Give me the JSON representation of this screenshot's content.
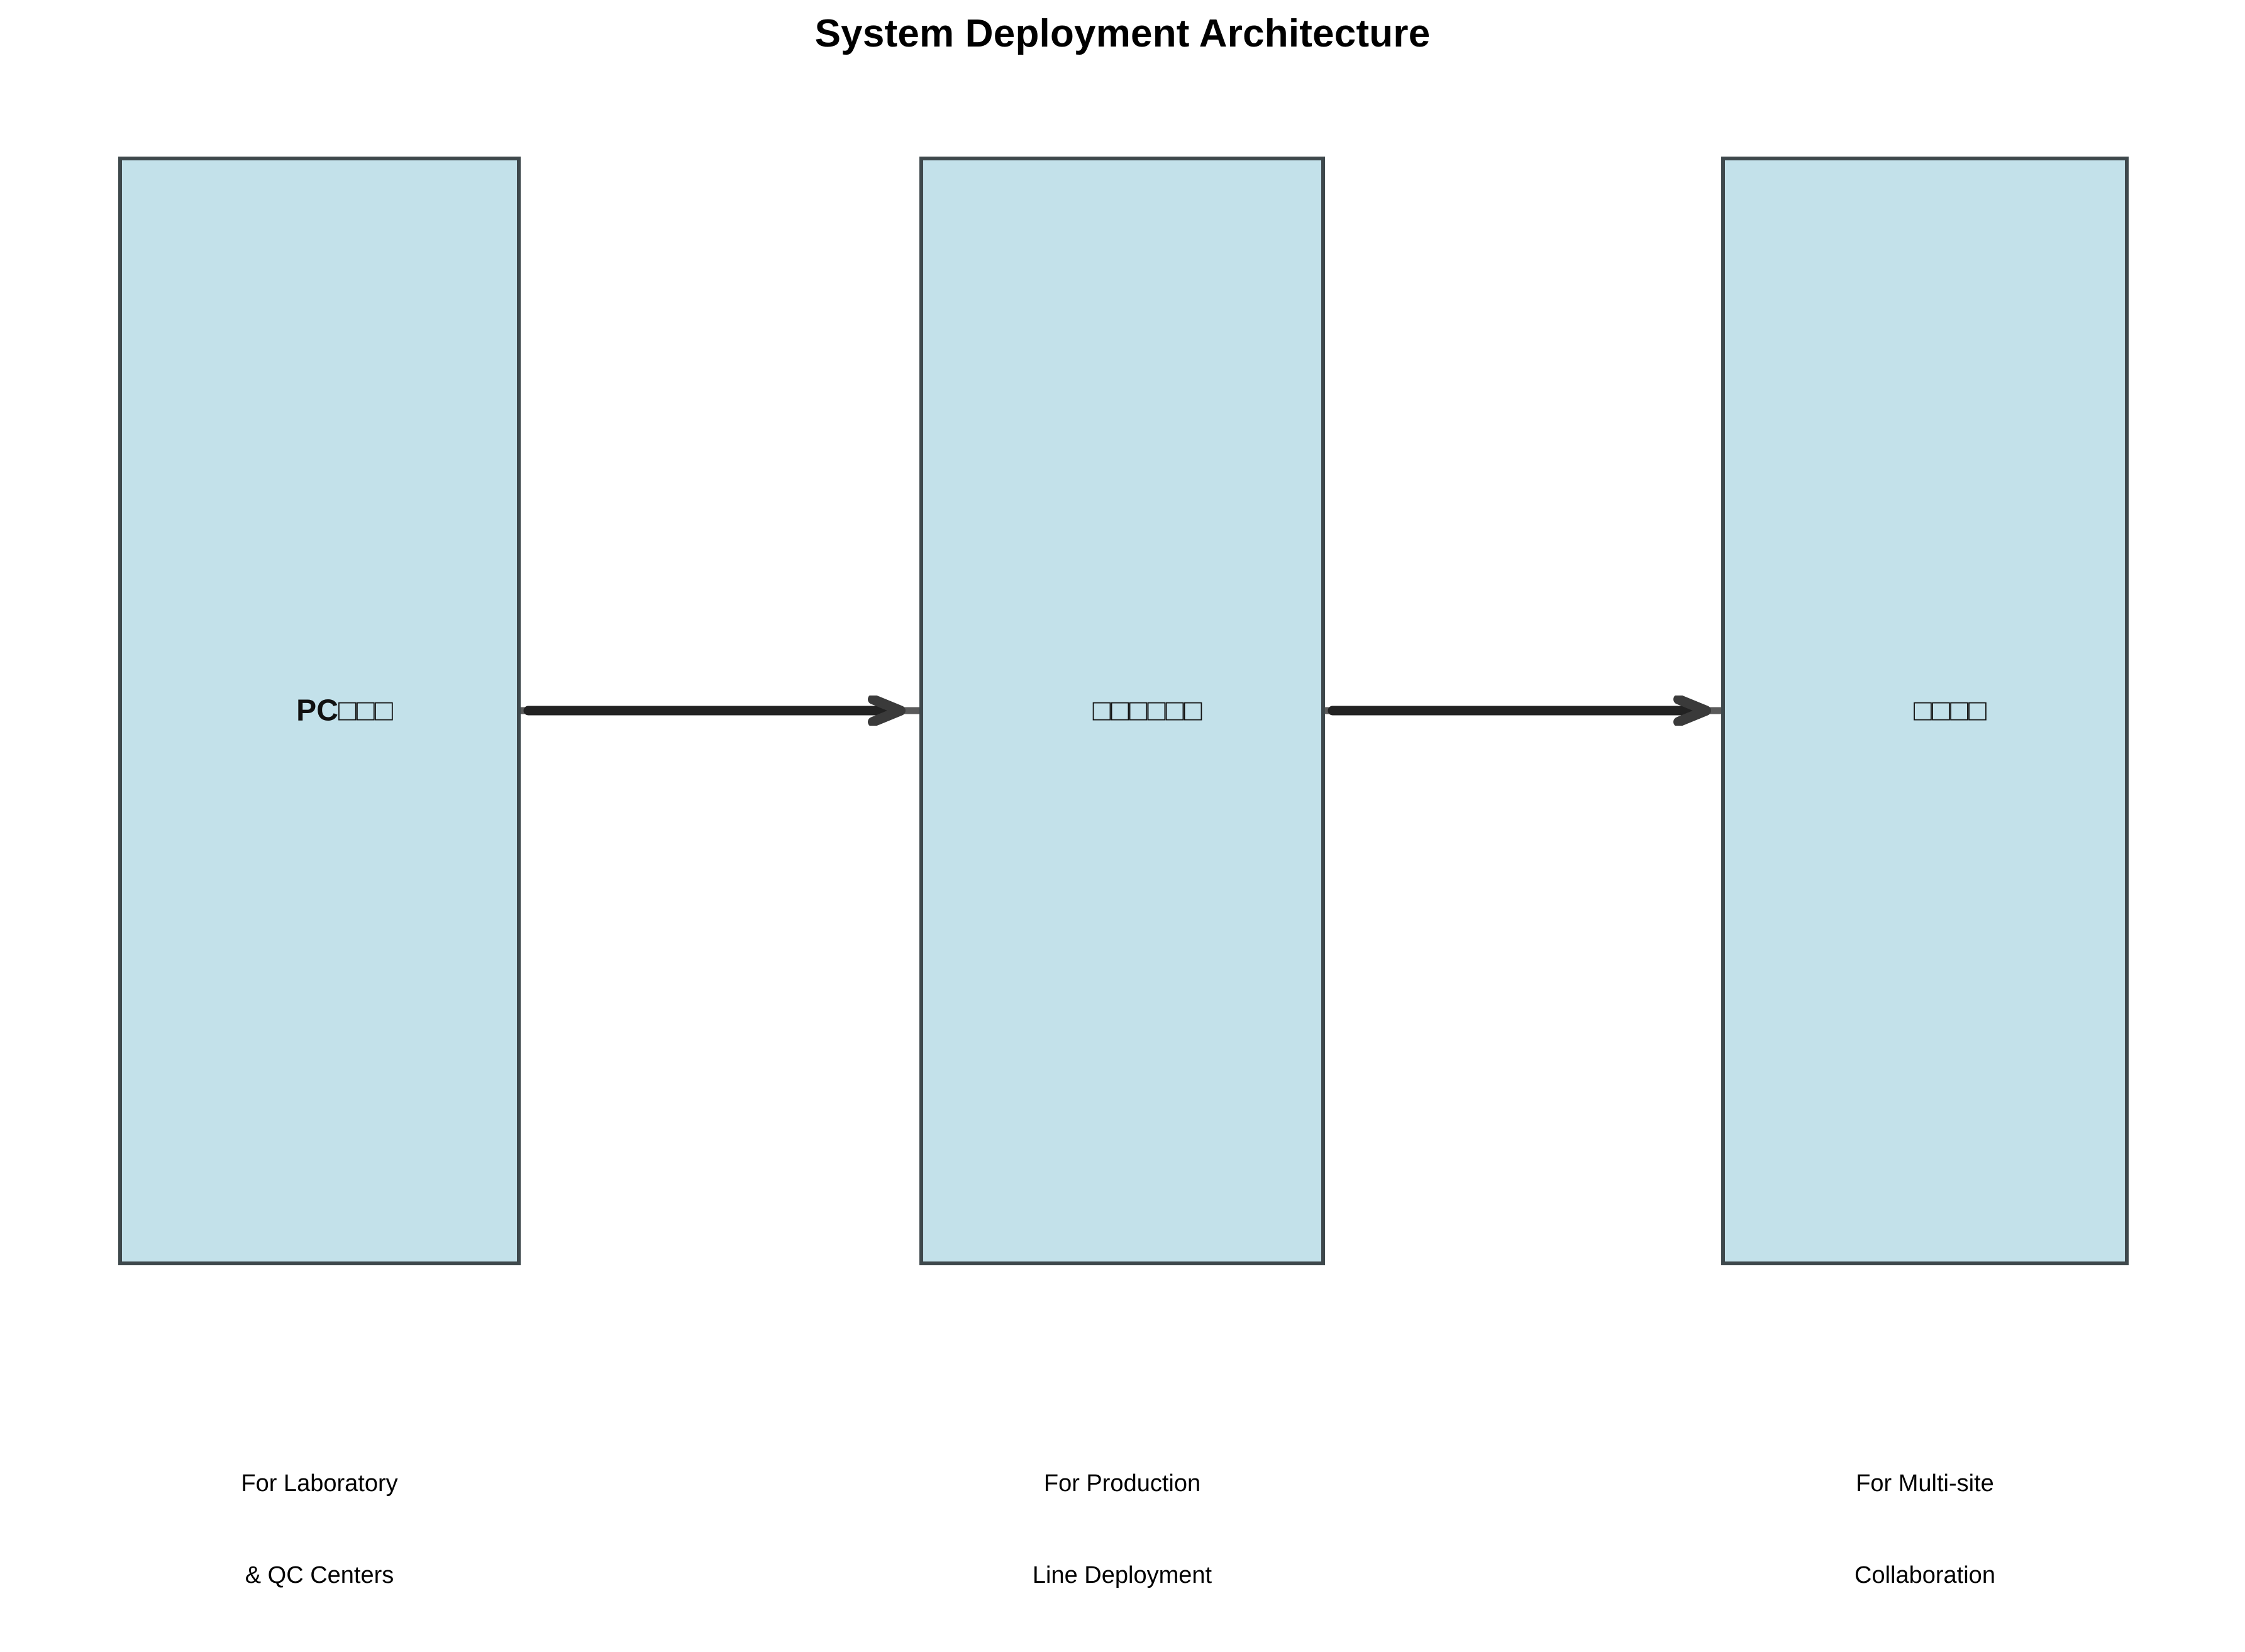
{
  "diagram": {
    "title": "System Deployment Architecture",
    "type": "flow",
    "background_color": "#ffffff",
    "node_fill_color": "#c3e1ea",
    "node_border_color": "#3e484c",
    "arrow_color": "#222222",
    "title_color": "#000000",
    "nodes": [
      {
        "id": "node-1",
        "label": "PC□□□",
        "label_prefix": "PC",
        "label_suffix": "□□□",
        "bold": true,
        "caption_lines": [
          "For Laboratory",
          "& QC Centers"
        ]
      },
      {
        "id": "node-2",
        "label": "□□□□□□",
        "label_prefix": "",
        "label_suffix": "□□□□□□",
        "bold": false,
        "caption_lines": [
          "For Production",
          "Line Deployment"
        ]
      },
      {
        "id": "node-3",
        "label": "□□□□",
        "label_prefix": "",
        "label_suffix": "□□□□",
        "bold": false,
        "caption_lines": [
          "For Multi-site",
          "Collaboration"
        ]
      }
    ],
    "connectors": [
      {
        "id": "arrow-1",
        "from": "node-1",
        "to": "node-2",
        "style": "solid-arrow"
      },
      {
        "id": "arrow-2",
        "from": "node-2",
        "to": "node-3",
        "style": "solid-arrow"
      }
    ]
  }
}
